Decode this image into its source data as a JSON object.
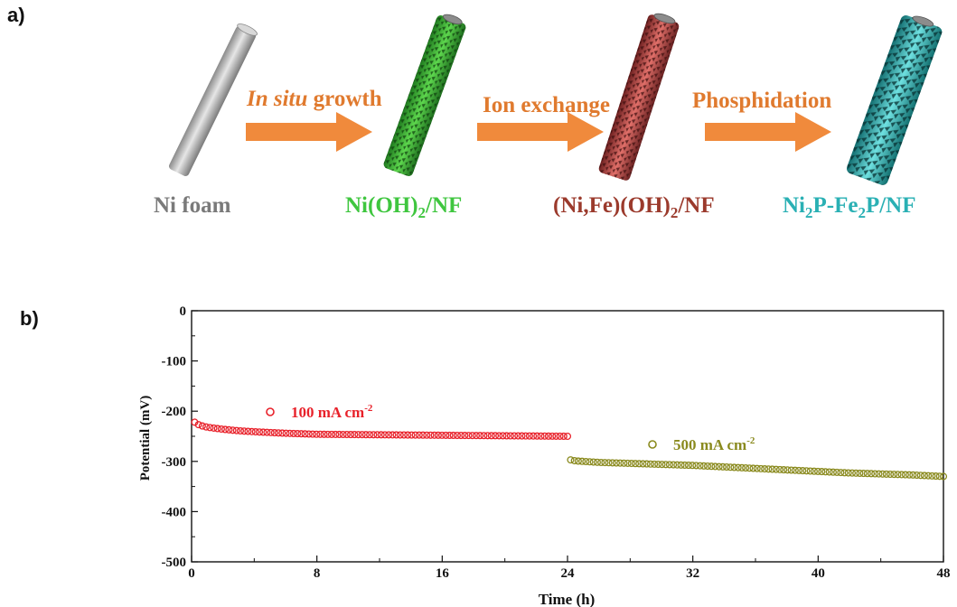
{
  "panel_a": {
    "label": "a)",
    "steps": [
      {
        "label": "Ni foam",
        "color": "#7a7a7a"
      },
      {
        "label": "Ni(OH)2/NF",
        "color": "#3fc63f"
      },
      {
        "label": "(Ni,Fe)(OH)2/NF",
        "color": "#9b3a2c"
      },
      {
        "label": "Ni2P-Fe2P/NF",
        "color": "#2ab0b4"
      }
    ],
    "arrows": [
      {
        "label_italic": "In situ",
        "label_rest": " growth"
      },
      {
        "label_italic": "",
        "label_rest": "Ion exchange"
      },
      {
        "label_italic": "",
        "label_rest": "Phosphidation"
      }
    ],
    "arrow_color": "#f08a3c",
    "rod_colors": {
      "foam": "#b5b5b5",
      "green": "#46c83c",
      "red": "#d9605a",
      "cyan": "#3cc8c8"
    }
  },
  "panel_b": {
    "label": "b)"
  },
  "chart_data": {
    "type": "scatter",
    "xlabel": "Time (h)",
    "ylabel": "Potential (mV)",
    "xlim": [
      0,
      48
    ],
    "ylim": [
      -500,
      0
    ],
    "xticks": [
      "0",
      "8",
      "16",
      "24",
      "32",
      "40",
      "48"
    ],
    "yticks": [
      "0",
      "-100",
      "-200",
      "-300",
      "-400",
      "-500"
    ],
    "series": [
      {
        "name": "100 mA cm-2",
        "color": "#e8212a",
        "marker": "open-circle",
        "x": [
          0.2,
          0.5,
          1,
          1.5,
          2,
          3,
          4,
          6,
          8,
          12,
          16,
          20,
          24
        ],
        "y": [
          -222,
          -228,
          -232,
          -234,
          -236,
          -239,
          -241,
          -244,
          -246,
          -247,
          -248,
          -249,
          -250
        ]
      },
      {
        "name": "500 mA cm-2",
        "color": "#8a8a1e",
        "marker": "open-circle",
        "x": [
          24.2,
          24.5,
          25,
          26,
          28,
          30,
          32,
          34,
          36,
          38,
          40,
          42,
          44,
          46,
          48
        ],
        "y": [
          -297,
          -299,
          -300,
          -302,
          -304,
          -306,
          -308,
          -311,
          -314,
          -317,
          -320,
          -323,
          -325,
          -327,
          -330
        ]
      }
    ],
    "grid": false,
    "legend": "inline annotations"
  }
}
